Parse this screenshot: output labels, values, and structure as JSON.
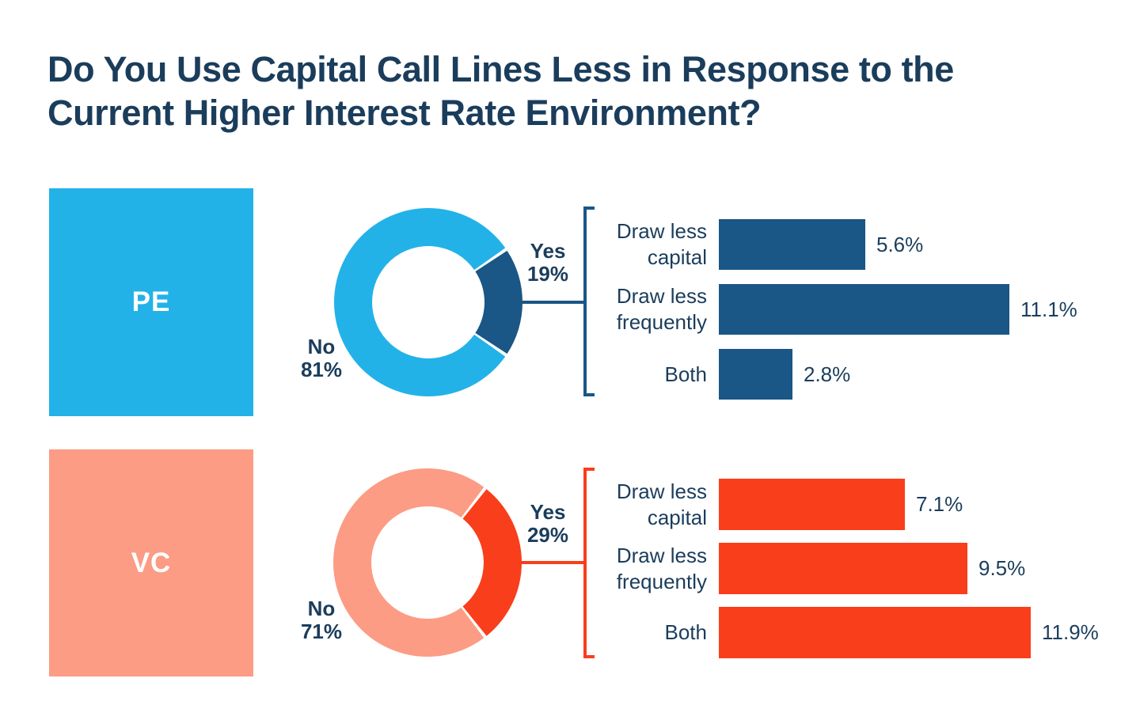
{
  "title": {
    "line1": "Do You Use Capital Call Lines Less in Response to the",
    "line2": "Current Higher Interest Rate Environment?"
  },
  "colors": {
    "background": "#FFFFFF",
    "text_navy": "#1B3D5C",
    "pe_primary_light_blue": "#23B2E8",
    "pe_accent_dark_blue": "#1A5686",
    "vc_primary_salmon": "#FC9C85",
    "vc_accent_red": "#F93E1B"
  },
  "chart_data": [
    {
      "group_label": "PE",
      "donut": {
        "type": "pie",
        "segments": [
          {
            "label": "Yes",
            "pct": 19,
            "pct_label": "19%",
            "color": "#1A5686"
          },
          {
            "label": "No",
            "pct": 81,
            "pct_label": "81%",
            "color": "#23B2E8"
          }
        ]
      },
      "bars": {
        "type": "bar",
        "unit": "%",
        "items": [
          {
            "label": "Draw less capital",
            "value": 5.6,
            "value_label": "5.6%"
          },
          {
            "label": "Draw less frequently",
            "value": 11.1,
            "value_label": "11.1%"
          },
          {
            "label": "Both",
            "value": 2.8,
            "value_label": "2.8%"
          }
        ]
      }
    },
    {
      "group_label": "VC",
      "donut": {
        "type": "pie",
        "segments": [
          {
            "label": "Yes",
            "pct": 29,
            "pct_label": "29%",
            "color": "#F93E1B"
          },
          {
            "label": "No",
            "pct": 71,
            "pct_label": "71%",
            "color": "#FC9C85"
          }
        ]
      },
      "bars": {
        "type": "bar",
        "unit": "%",
        "items": [
          {
            "label": "Draw less capital",
            "value": 7.1,
            "value_label": "7.1%"
          },
          {
            "label": "Draw less frequently",
            "value": 9.5,
            "value_label": "9.5%"
          },
          {
            "label": "Both",
            "value": 11.9,
            "value_label": "11.9%"
          }
        ]
      }
    }
  ]
}
